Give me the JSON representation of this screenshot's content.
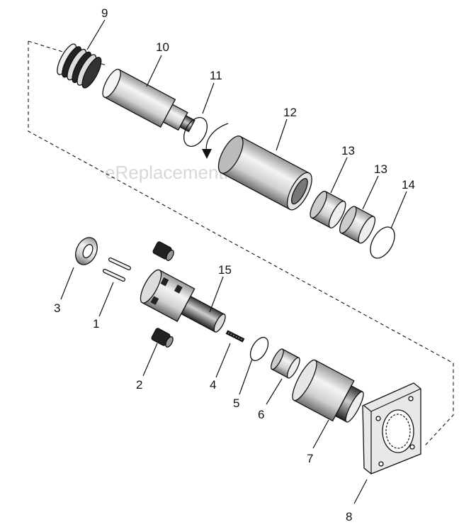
{
  "watermark": "eReplacementParts.com",
  "labels": {
    "p1": "1",
    "p2": "2",
    "p3": "3",
    "p4": "4",
    "p5": "5",
    "p6": "6",
    "p7": "7",
    "p8": "8",
    "p9": "9",
    "p10": "10",
    "p11": "11",
    "p12": "12",
    "p13a": "13",
    "p13b": "13",
    "p14": "14",
    "p15": "15"
  }
}
